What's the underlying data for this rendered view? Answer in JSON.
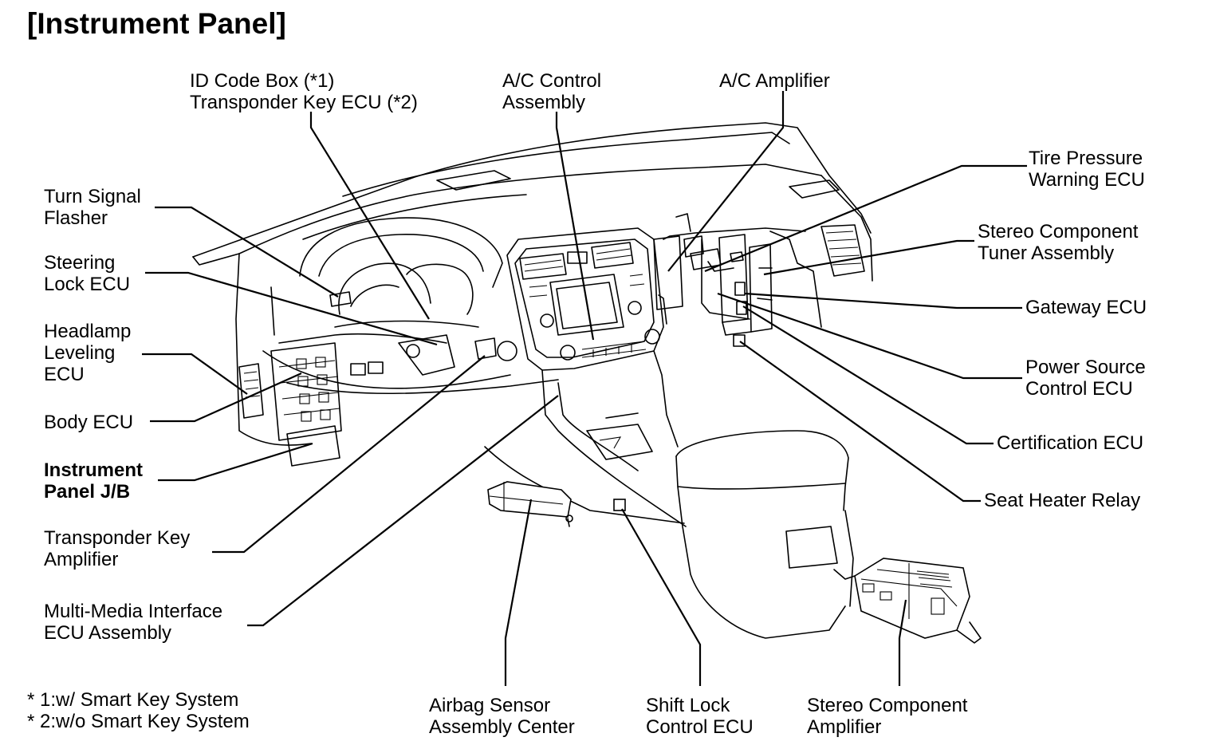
{
  "title": "[Instrument Panel]",
  "labels": {
    "id_code_box": "ID Code Box (*1)",
    "transponder_key_ecu": "Transponder Key ECU (*2)",
    "ac_control_line1": "A/C Control",
    "ac_control_line2": "Assembly",
    "ac_amplifier": "A/C Amplifier",
    "tire_pressure_line1": "Tire Pressure",
    "tire_pressure_line2": "Warning ECU",
    "turn_signal_line1": "Turn Signal",
    "turn_signal_line2": "Flasher",
    "stereo_tuner_line1": "Stereo Component",
    "stereo_tuner_line2": "Tuner Assembly",
    "steering_lock_line1": "Steering",
    "steering_lock_line2": "Lock ECU",
    "gateway_ecu": "Gateway ECU",
    "headlamp_line1": "Headlamp",
    "headlamp_line2": "Leveling",
    "headlamp_line3": "ECU",
    "power_source_line1": "Power Source",
    "power_source_line2": "Control ECU",
    "body_ecu": "Body ECU",
    "certification_ecu": "Certification ECU",
    "instrument_jb_line1": "Instrument",
    "instrument_jb_line2": "Panel J/B",
    "seat_heater_relay": "Seat Heater Relay",
    "transponder_amp_line1": "Transponder Key",
    "transponder_amp_line2": "Amplifier",
    "multimedia_line1": "Multi-Media Interface",
    "multimedia_line2": "ECU Assembly",
    "airbag_line1": "Airbag Sensor",
    "airbag_line2": "Assembly Center",
    "shift_lock_line1": "Shift Lock",
    "shift_lock_line2": "Control ECU",
    "stereo_amp_line1": "Stereo Component",
    "stereo_amp_line2": "Amplifier"
  },
  "footnotes": [
    "* 1:w/ Smart Key System",
    "* 2:w/o Smart Key System"
  ]
}
